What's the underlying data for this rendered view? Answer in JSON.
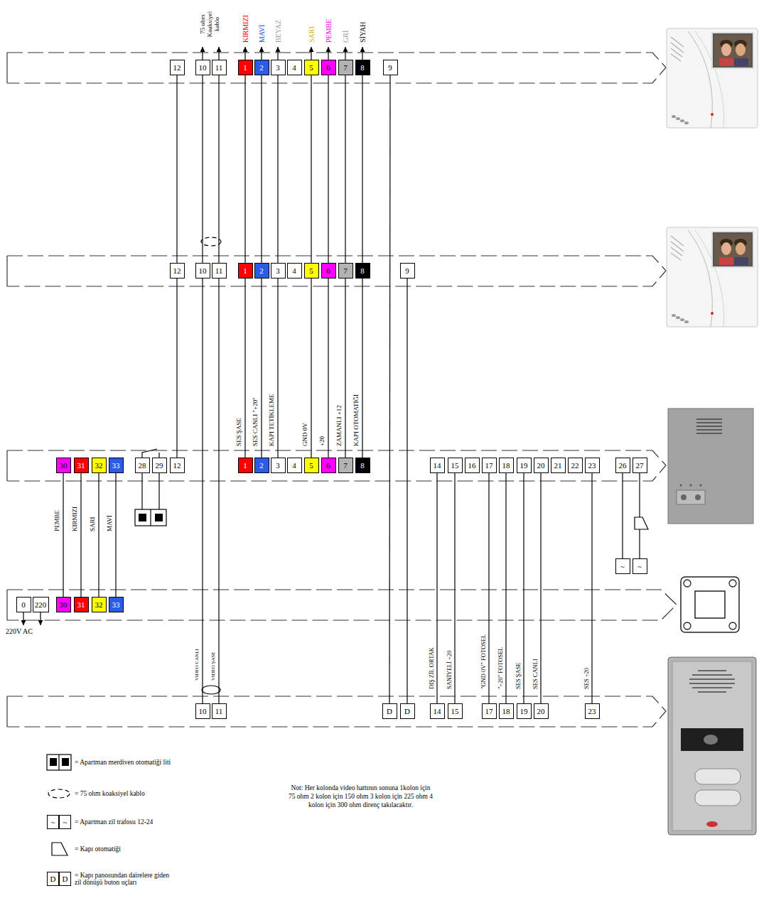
{
  "diagram": {
    "nodes": [
      {
        "text": [
          "12"
        ]
      },
      {
        "text": [
          "10"
        ]
      },
      {
        "text": [
          "11"
        ]
      },
      {
        "text": [
          "1"
        ]
      },
      {
        "text": [
          "2"
        ]
      },
      {
        "text": [
          "3"
        ]
      },
      {
        "text": [
          "4"
        ]
      },
      {
        "text": [
          "5"
        ]
      },
      {
        "text": [
          "6"
        ]
      },
      {
        "text": [
          "7"
        ]
      },
      {
        "text": [
          "8"
        ]
      },
      {
        "text": [
          "9"
        ]
      },
      {
        "text": [
          "12"
        ]
      },
      {
        "text": [
          "10"
        ]
      },
      {
        "text": [
          "11"
        ]
      },
      {
        "text": [
          "1"
        ]
      },
      {
        "text": [
          "2"
        ]
      },
      {
        "text": [
          "3"
        ]
      },
      {
        "text": [
          "4"
        ]
      },
      {
        "text": [
          "5"
        ]
      },
      {
        "text": [
          "6"
        ]
      },
      {
        "text": [
          "7"
        ]
      },
      {
        "text": [
          "8"
        ]
      },
      {
        "text": [
          "9"
        ]
      },
      {
        "text": [
          "30"
        ]
      },
      {
        "text": [
          "31"
        ]
      },
      {
        "text": [
          "32"
        ]
      },
      {
        "text": [
          "33"
        ]
      },
      {
        "text": [
          "28"
        ]
      },
      {
        "text": [
          "29"
        ]
      },
      {
        "text": [
          "12"
        ]
      },
      {
        "text": [
          "1"
        ]
      },
      {
        "text": [
          "2"
        ]
      },
      {
        "text": [
          "3"
        ]
      },
      {
        "text": [
          "4"
        ]
      },
      {
        "text": [
          "5"
        ]
      },
      {
        "text": [
          "6"
        ]
      },
      {
        "text": [
          "7"
        ]
      },
      {
        "text": [
          "8"
        ]
      },
      {
        "text": [
          "14"
        ]
      },
      {
        "text": [
          "15"
        ]
      },
      {
        "text": [
          "16"
        ]
      },
      {
        "text": [
          "17"
        ]
      },
      {
        "text": [
          "18"
        ]
      },
      {
        "text": [
          "19"
        ]
      },
      {
        "text": [
          "20"
        ]
      },
      {
        "text": [
          "21"
        ]
      },
      {
        "text": [
          "22"
        ]
      },
      {
        "text": [
          "23"
        ]
      },
      {
        "text": [
          "26"
        ]
      },
      {
        "text": [
          "27"
        ]
      },
      {
        "text": [
          "~"
        ]
      },
      {
        "text": [
          "~"
        ]
      },
      {
        "text": [
          "0"
        ]
      },
      {
        "text": [
          "220"
        ]
      },
      {
        "text": [
          "30"
        ]
      },
      {
        "text": [
          "31"
        ]
      },
      {
        "text": [
          "32"
        ]
      },
      {
        "text": [
          "33"
        ]
      },
      {
        "text": [
          "10"
        ]
      },
      {
        "text": [
          "11"
        ]
      },
      {
        "text": [
          "D"
        ]
      },
      {
        "text": [
          "D"
        ]
      },
      {
        "text": [
          "14"
        ]
      },
      {
        "text": [
          "15"
        ]
      },
      {
        "text": [
          "17"
        ]
      },
      {
        "text": [
          "18"
        ]
      },
      {
        "text": [
          "19"
        ]
      },
      {
        "text": [
          "20"
        ]
      },
      {
        "text": [
          "23"
        ]
      }
    ],
    "edges": [
      {
        "from": 0,
        "to": 12,
        "arrow": "none"
      },
      {
        "from": 1,
        "to": 13,
        "arrow": "none"
      },
      {
        "from": 2,
        "to": 14,
        "arrow": "none"
      },
      {
        "from": 3,
        "to": 15,
        "arrow": "none"
      },
      {
        "from": 4,
        "to": 16,
        "arrow": "none"
      },
      {
        "from": 5,
        "to": 17,
        "arrow": "none"
      },
      {
        "from": 7,
        "to": 19,
        "arrow": "none"
      },
      {
        "from": 8,
        "to": 20,
        "arrow": "none"
      },
      {
        "from": 9,
        "to": 21,
        "arrow": "none"
      },
      {
        "from": 10,
        "to": 22,
        "arrow": "none"
      },
      {
        "from": 12,
        "to": 30,
        "arrow": "none"
      },
      {
        "from": 15,
        "to": 31,
        "label": "SES ŞASE",
        "arrow": "none"
      },
      {
        "from": 16,
        "to": 32,
        "label": "SES CANLI \"+20\"",
        "arrow": "none"
      },
      {
        "from": 17,
        "to": 33,
        "label": "KAPI TETİKLEME",
        "arrow": "none"
      },
      {
        "from": 19,
        "to": 35,
        "label": "GND 0V",
        "arrow": "none"
      },
      {
        "from": 20,
        "to": 36,
        "label": "+20",
        "arrow": "none"
      },
      {
        "from": 21,
        "to": 37,
        "label": "ZAMANLI +12",
        "arrow": "none"
      },
      {
        "from": 22,
        "to": 38,
        "label": "KAPI OTOMATİĞİ",
        "arrow": "none"
      },
      {
        "from": 13,
        "to": 59,
        "label": "VIDEO CANLI",
        "arrow": "none"
      },
      {
        "from": 14,
        "to": 60,
        "label": "VIDEO ŞASE",
        "arrow": "none"
      },
      {
        "from": 11,
        "to": 61,
        "arrow": "none"
      },
      {
        "from": 23,
        "to": 62,
        "arrow": "none"
      },
      {
        "from": 39,
        "to": 63,
        "label": "DIŞ ZİL ORTAK",
        "arrow": "none"
      },
      {
        "from": 40,
        "to": 64,
        "label": "SANİYELİ +20",
        "arrow": "none"
      },
      {
        "from": 42,
        "to": 65,
        "label": "\"GND 0V\" FOTOSEL",
        "arrow": "none"
      },
      {
        "from": 43,
        "to": 66,
        "label": "\"+20\" FOTOSEL",
        "arrow": "none"
      },
      {
        "from": 44,
        "to": 67,
        "label": "SES ŞASE",
        "arrow": "none"
      },
      {
        "from": 45,
        "to": 68,
        "label": "SES CANLI",
        "arrow": "none"
      },
      {
        "from": 48,
        "to": 69,
        "label": "SES +20",
        "arrow": "none"
      },
      {
        "from": 24,
        "to": 55,
        "label": "PEMBE",
        "arrow": "none"
      },
      {
        "from": 25,
        "to": 56,
        "label": "KIRMIZI",
        "arrow": "none"
      },
      {
        "from": 26,
        "to": 57,
        "label": "SARI",
        "arrow": "none"
      },
      {
        "from": 27,
        "to": 58,
        "label": "MAVİ",
        "arrow": "none"
      },
      {
        "from": 49,
        "to": 51,
        "arrow": "none"
      },
      {
        "from": 50,
        "to": 52,
        "arrow": "none"
      }
    ],
    "labels": [
      "75 ohm Koaksiyel kablo",
      "KIRMIZI",
      "MAVİ",
      "BEYAZ",
      "SARI",
      "PEMBE",
      "GRİ",
      "SİYAH",
      "220V AC",
      "Not: Her kolonda video hattının sonuna 1kolon için 75 ohm 2 kolon için 150 ohm 3 kolon için 225 ohm 4 kolon için 300 ohm direnç takılacaktır.",
      "~",
      "~",
      "D",
      "D"
    ],
    "legend": [
      {
        "text": "= Apartman merdiven otomatiği liti"
      },
      {
        "text": "= 75 ohm koaksiyel kablo"
      },
      {
        "text": "= Apartman zil trafosu 12-24"
      },
      {
        "text": "= Kapı otomatiği"
      },
      {
        "text": "= Kapı panosundan dairelere giden zil dönüşü buton uçları"
      }
    ]
  }
}
